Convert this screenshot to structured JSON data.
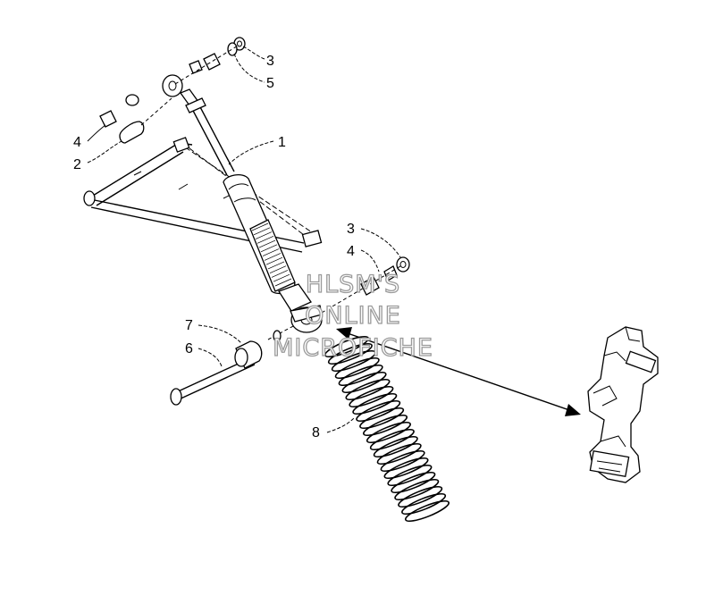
{
  "callouts": [
    {
      "id": "c3a",
      "text": "3"
    },
    {
      "id": "c5",
      "text": "5"
    },
    {
      "id": "c4a",
      "text": "4"
    },
    {
      "id": "c2",
      "text": "2"
    },
    {
      "id": "c1",
      "text": "1"
    },
    {
      "id": "c3b",
      "text": "3"
    },
    {
      "id": "c4b",
      "text": "4"
    },
    {
      "id": "c7",
      "text": "7"
    },
    {
      "id": "c6",
      "text": "6"
    },
    {
      "id": "c8",
      "text": "8"
    }
  ],
  "watermark": {
    "line1": "HLSM'S",
    "line2": "ONLINE",
    "line3": "MICROFICHE"
  },
  "icons": [
    "shock-absorber",
    "coil-spring",
    "a-arm",
    "spindle-bracket",
    "bolt",
    "nut",
    "washer",
    "bushing",
    "spacer"
  ]
}
